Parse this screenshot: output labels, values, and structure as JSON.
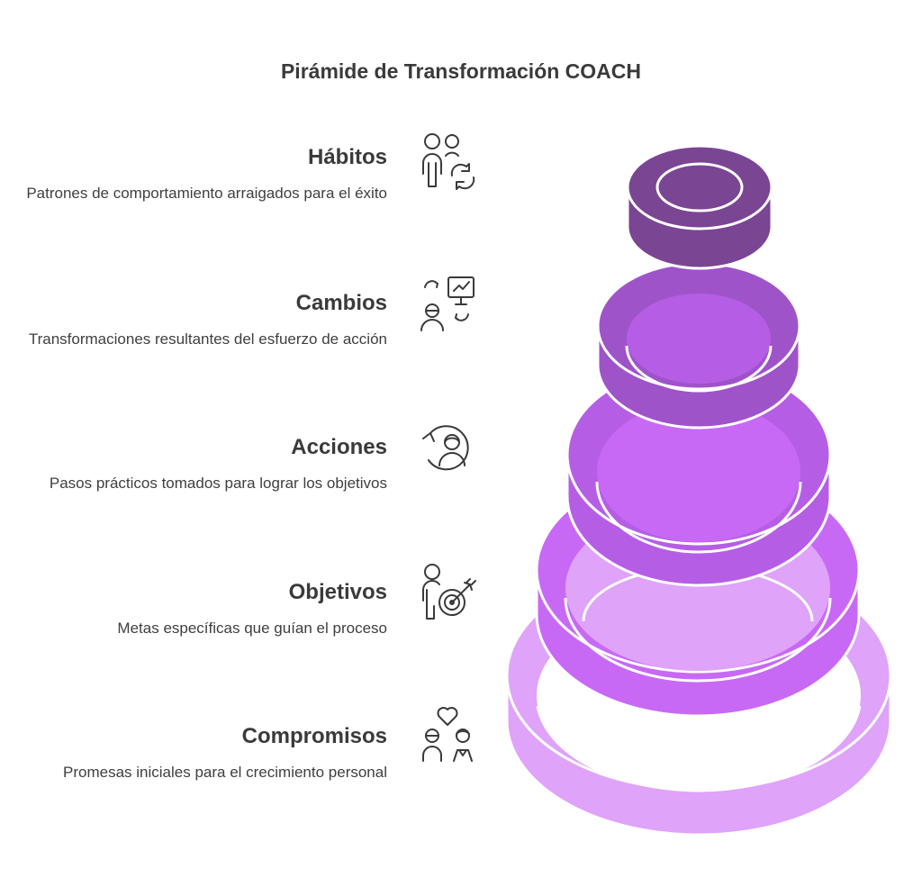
{
  "title": "Pirámide de Transformación COACH",
  "levels": [
    {
      "title": "Hábitos",
      "description": "Patrones de comportamiento arraigados para el éxito",
      "icon": "people-cycle-icon",
      "color": "#7a4593"
    },
    {
      "title": "Cambios",
      "description": "Transformaciones resultantes del esfuerzo de acción",
      "icon": "person-presentation-icon",
      "color": "#9f53c9"
    },
    {
      "title": "Acciones",
      "description": "Pasos prácticos tomados para lograr los objetivos",
      "icon": "person-refresh-icon",
      "color": "#b55ee5"
    },
    {
      "title": "Objetivos",
      "description": "Metas específicas que guían el proceso",
      "icon": "person-target-icon",
      "color": "#c869f6"
    },
    {
      "title": "Compromisos",
      "description": "Promesas iniciales para el crecimiento personal",
      "icon": "heart-people-icon",
      "color": "#dfa3f9"
    }
  ]
}
